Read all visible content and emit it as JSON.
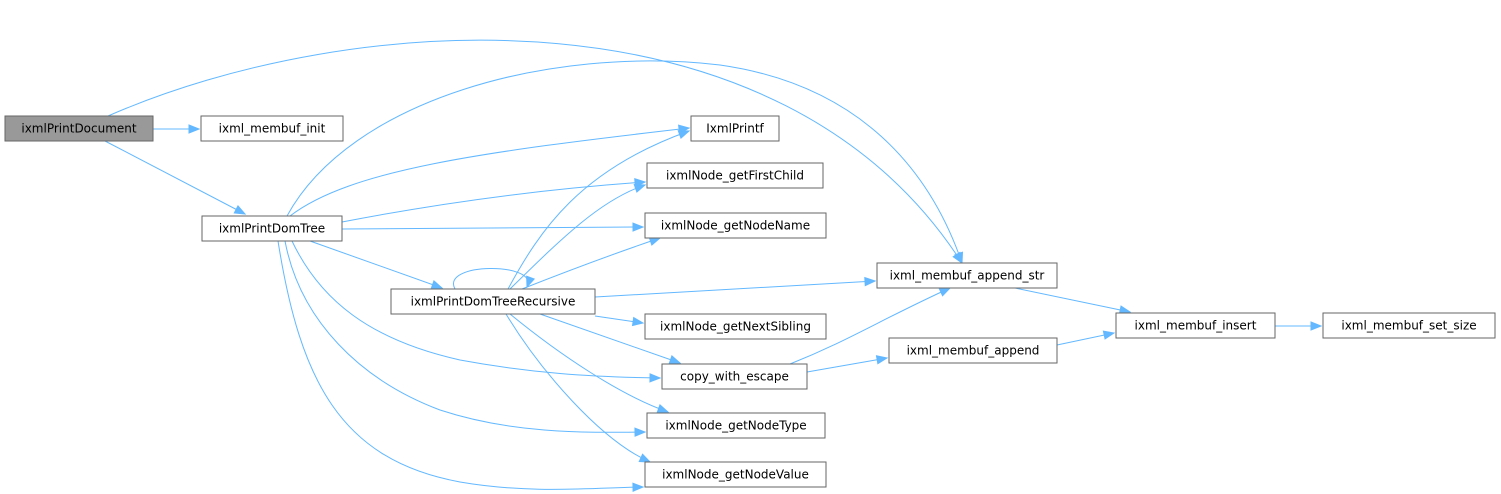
{
  "nodes": [
    {
      "id": "ixmlPrintDocument",
      "label": "ixmlPrintDocument",
      "root": true
    },
    {
      "id": "ixml_membuf_init",
      "label": "ixml_membuf_init"
    },
    {
      "id": "ixmlPrintDomTree",
      "label": "ixmlPrintDomTree"
    },
    {
      "id": "IxmlPrintf",
      "label": "IxmlPrintf"
    },
    {
      "id": "ixmlNode_getFirstChild",
      "label": "ixmlNode_getFirstChild"
    },
    {
      "id": "ixmlNode_getNodeName",
      "label": "ixmlNode_getNodeName"
    },
    {
      "id": "ixmlPrintDomTreeRecursive",
      "label": "ixmlPrintDomTreeRecursive"
    },
    {
      "id": "ixmlNode_getNextSibling",
      "label": "ixmlNode_getNextSibling"
    },
    {
      "id": "copy_with_escape",
      "label": "copy_with_escape"
    },
    {
      "id": "ixmlNode_getNodeType",
      "label": "ixmlNode_getNodeType"
    },
    {
      "id": "ixmlNode_getNodeValue",
      "label": "ixmlNode_getNodeValue"
    },
    {
      "id": "ixml_membuf_append_str",
      "label": "ixml_membuf_append_str"
    },
    {
      "id": "ixml_membuf_append",
      "label": "ixml_membuf_append"
    },
    {
      "id": "ixml_membuf_insert",
      "label": "ixml_membuf_insert"
    },
    {
      "id": "ixml_membuf_set_size",
      "label": "ixml_membuf_set_size"
    }
  ],
  "edges": [
    {
      "from": "ixmlPrintDocument",
      "to": "ixml_membuf_append_str"
    },
    {
      "from": "ixmlPrintDocument",
      "to": "ixml_membuf_init"
    },
    {
      "from": "ixmlPrintDocument",
      "to": "ixmlPrintDomTree"
    },
    {
      "from": "ixmlPrintDomTree",
      "to": "ixml_membuf_append_str"
    },
    {
      "from": "ixmlPrintDomTree",
      "to": "IxmlPrintf"
    },
    {
      "from": "ixmlPrintDomTree",
      "to": "ixmlNode_getFirstChild"
    },
    {
      "from": "ixmlPrintDomTree",
      "to": "ixmlNode_getNodeName"
    },
    {
      "from": "ixmlPrintDomTree",
      "to": "ixmlPrintDomTreeRecursive"
    },
    {
      "from": "ixmlPrintDomTree",
      "to": "copy_with_escape"
    },
    {
      "from": "ixmlPrintDomTree",
      "to": "ixmlNode_getNodeType"
    },
    {
      "from": "ixmlPrintDomTree",
      "to": "ixmlNode_getNodeValue"
    },
    {
      "from": "ixmlPrintDomTreeRecursive",
      "to": "ixmlPrintDomTreeRecursive"
    },
    {
      "from": "ixmlPrintDomTreeRecursive",
      "to": "IxmlPrintf"
    },
    {
      "from": "ixmlPrintDomTreeRecursive",
      "to": "ixmlNode_getFirstChild"
    },
    {
      "from": "ixmlPrintDomTreeRecursive",
      "to": "ixmlNode_getNodeName"
    },
    {
      "from": "ixmlPrintDomTreeRecursive",
      "to": "ixml_membuf_append_str"
    },
    {
      "from": "ixmlPrintDomTreeRecursive",
      "to": "ixmlNode_getNextSibling"
    },
    {
      "from": "ixmlPrintDomTreeRecursive",
      "to": "copy_with_escape"
    },
    {
      "from": "ixmlPrintDomTreeRecursive",
      "to": "ixmlNode_getNodeType"
    },
    {
      "from": "ixmlPrintDomTreeRecursive",
      "to": "ixmlNode_getNodeValue"
    },
    {
      "from": "copy_with_escape",
      "to": "ixml_membuf_append_str"
    },
    {
      "from": "copy_with_escape",
      "to": "ixml_membuf_append"
    },
    {
      "from": "ixml_membuf_append_str",
      "to": "ixml_membuf_insert"
    },
    {
      "from": "ixml_membuf_append",
      "to": "ixml_membuf_insert"
    },
    {
      "from": "ixml_membuf_insert",
      "to": "ixml_membuf_set_size"
    }
  ],
  "colors": {
    "edge": "#63b8ff",
    "node_border": "#666666",
    "node_fill": "#ffffff",
    "root_fill": "#999999"
  }
}
